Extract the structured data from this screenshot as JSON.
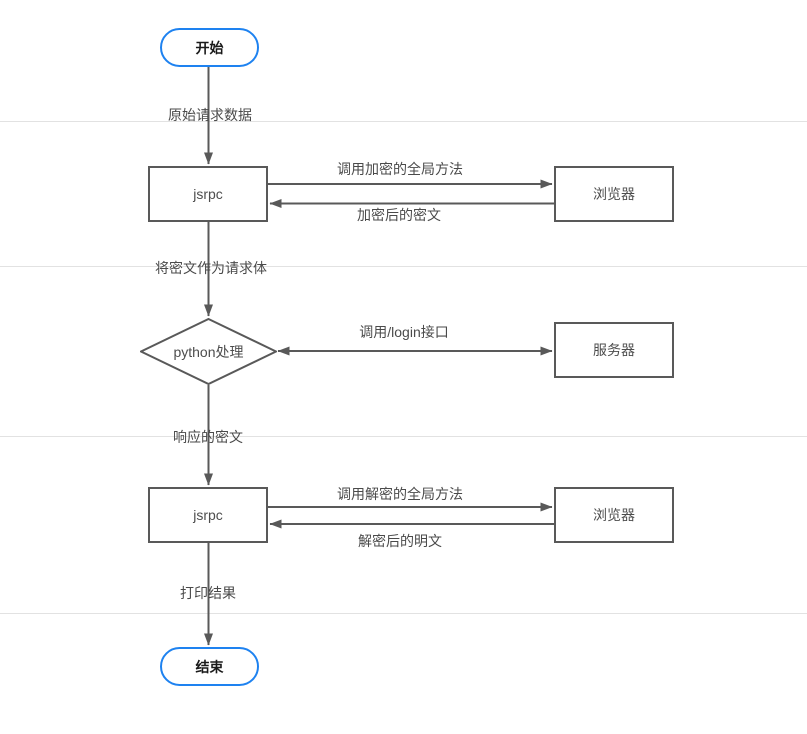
{
  "diagram": {
    "nodes": {
      "start": {
        "label": "开始"
      },
      "jsrpc1": {
        "label": "jsrpc"
      },
      "browser1": {
        "label": "浏览器"
      },
      "decision": {
        "label": "python处理"
      },
      "server": {
        "label": "服务器"
      },
      "jsrpc2": {
        "label": "jsrpc"
      },
      "browser2": {
        "label": "浏览器"
      },
      "end": {
        "label": "结束"
      }
    },
    "edge_labels": {
      "original_request": "原始请求数据",
      "call_encrypt": "调用加密的全局方法",
      "encrypted_cipher": "加密后的密文",
      "cipher_as_body": "将密文作为请求体",
      "call_login": "调用/login接口",
      "response_cipher": "响应的密文",
      "call_decrypt": "调用解密的全局方法",
      "decrypted_plain": "解密后的明文",
      "print_result": "打印结果"
    },
    "colors": {
      "terminal_border": "#1e82f0",
      "shape_border": "#595959",
      "label_text": "#4a4a4a",
      "page_divider": "#e2e2e2"
    }
  }
}
